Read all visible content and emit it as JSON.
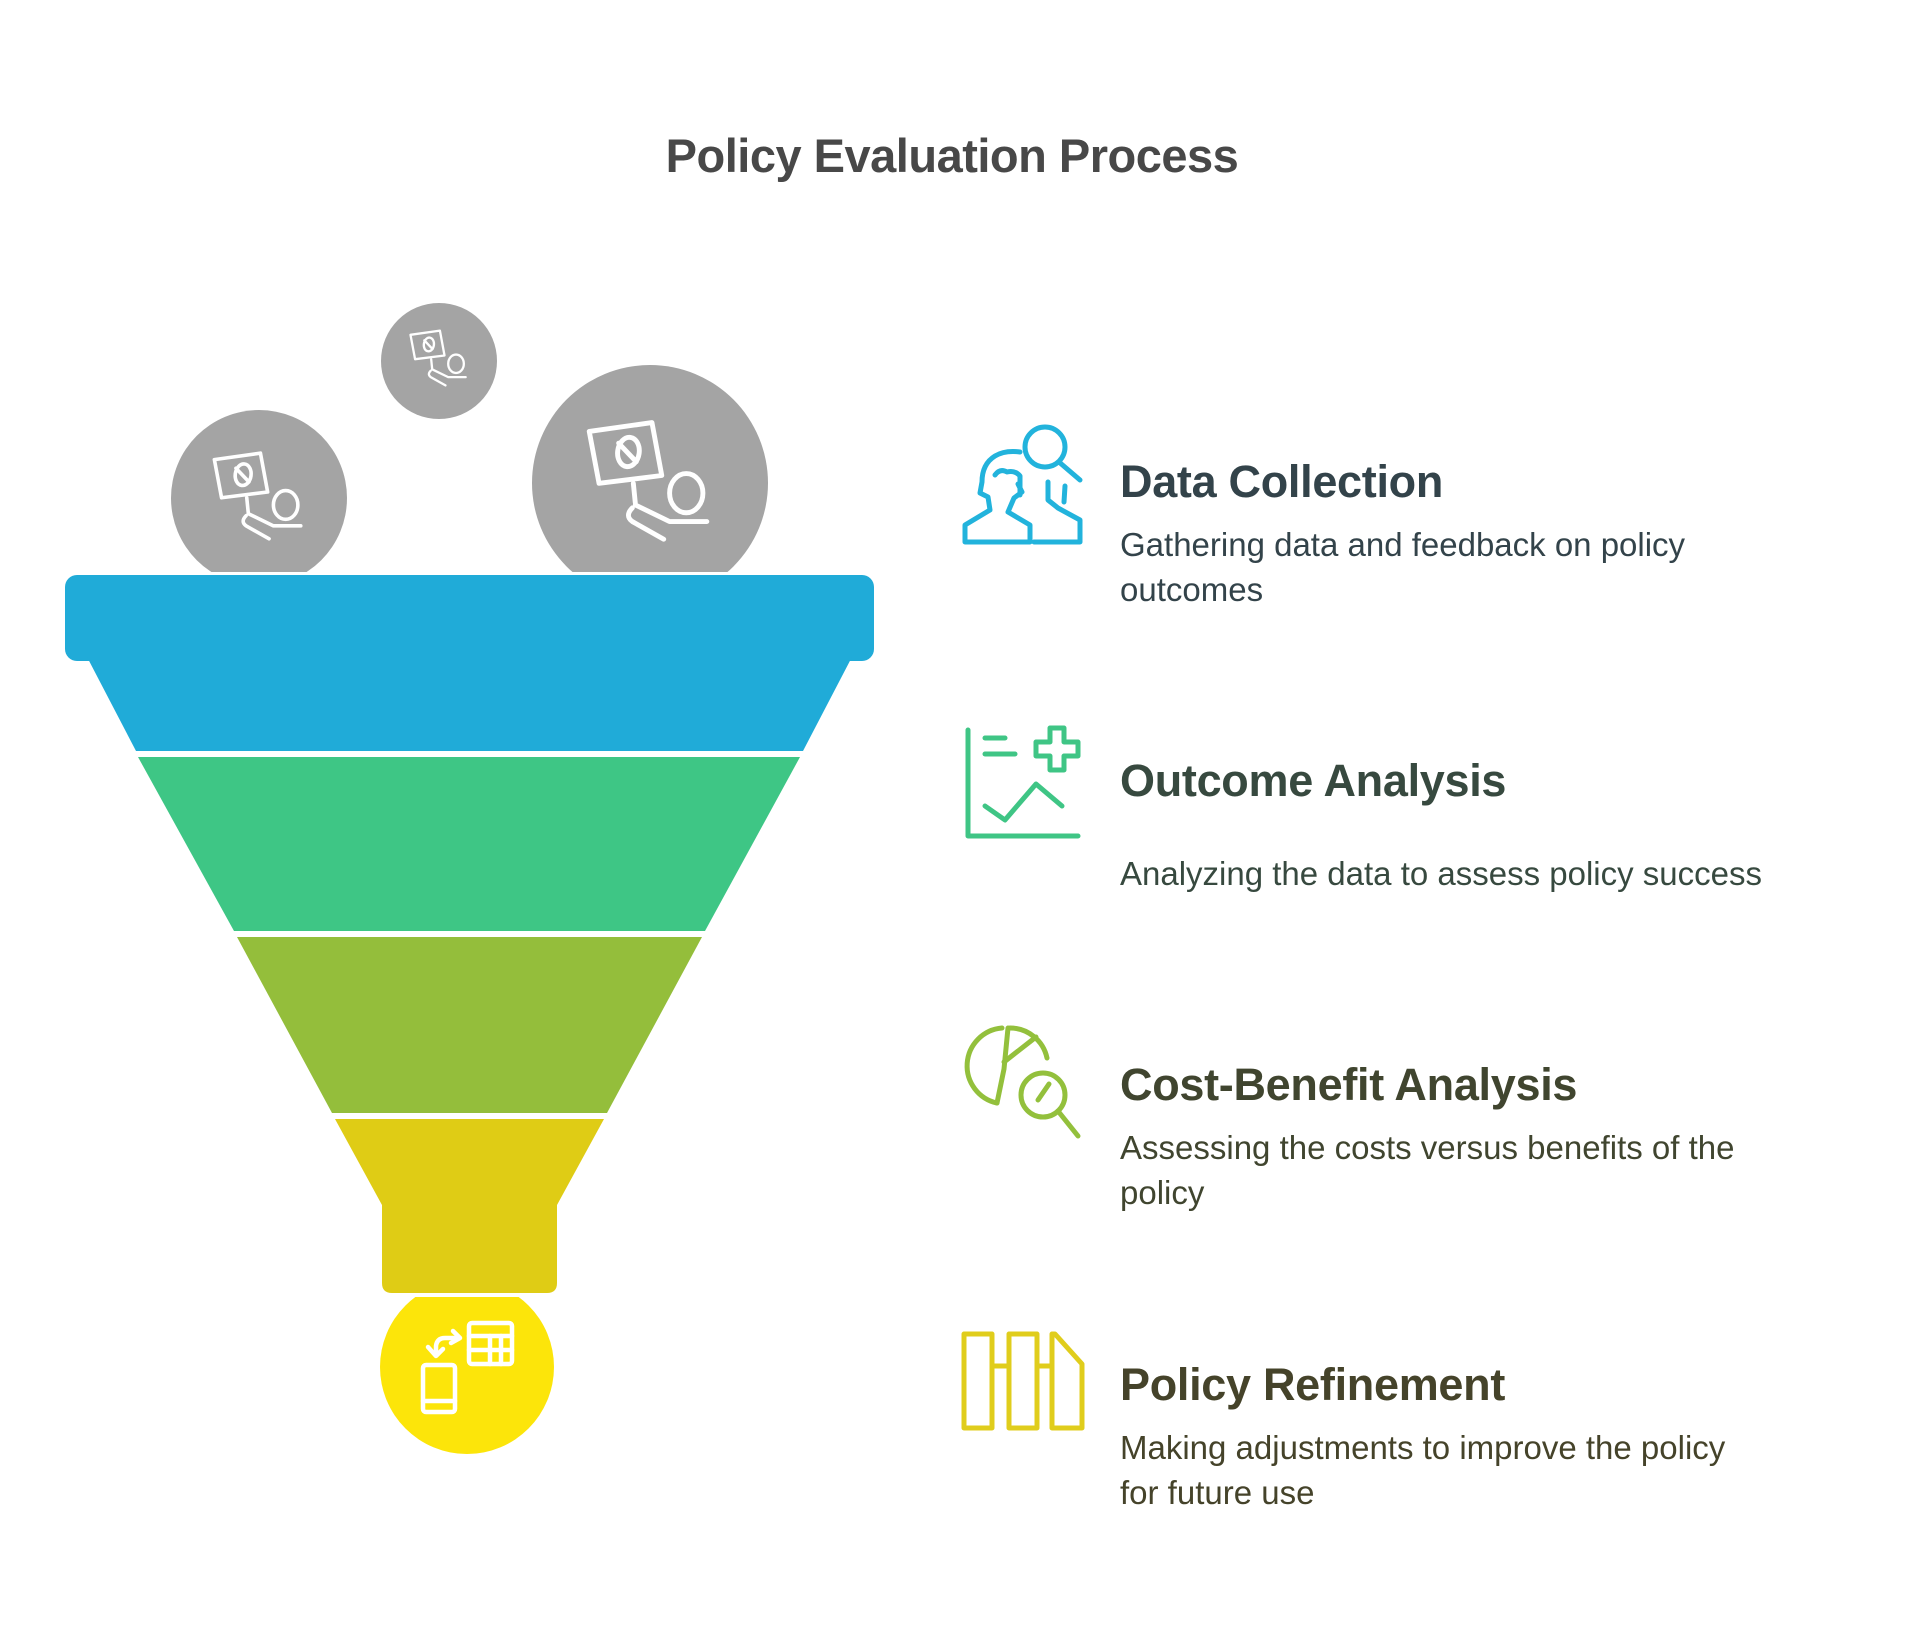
{
  "title": "Policy Evaluation Process",
  "colors": {
    "background": "#ffffff",
    "title": "#484848",
    "gray_circle": "#a4a4a4",
    "stage_1": "#20abd8",
    "stage_2": "#3ec685",
    "stage_3": "#94be3b",
    "stage_4": "#dfcc15",
    "output_circle": "#fce50a"
  },
  "funnel": {
    "inputs": [
      {
        "icon": "protest-sign-icon",
        "size": "medium"
      },
      {
        "icon": "protest-sign-icon",
        "size": "small"
      },
      {
        "icon": "protest-sign-icon",
        "size": "large"
      }
    ],
    "output": {
      "icon": "phone-to-spreadsheet-icon"
    }
  },
  "steps": [
    {
      "heading": "Data Collection",
      "description_lines": [
        "Gathering data and feedback on policy",
        "outcomes"
      ],
      "icon": "people-search-icon",
      "heading_color": "#33434a",
      "desc_color": "#33434a",
      "icon_color": "#22b3dc"
    },
    {
      "heading": "Outcome Analysis",
      "description_lines": [
        "Analyzing the data to assess policy success"
      ],
      "icon": "chart-plus-icon",
      "heading_color": "#37493f",
      "desc_color": "#37493f",
      "icon_color": "#3fc585"
    },
    {
      "heading": "Cost-Benefit Analysis",
      "description_lines": [
        "Assessing the costs versus benefits of the",
        "policy"
      ],
      "icon": "pie-chart-magnifier-icon",
      "heading_color": "#40452f",
      "desc_color": "#40452f",
      "icon_color": "#93c03c"
    },
    {
      "heading": "Policy Refinement",
      "description_lines": [
        "Making adjustments to improve the policy",
        "for future use"
      ],
      "icon": "refinement-bars-icon",
      "heading_color": "#45432a",
      "desc_color": "#45432a",
      "icon_color": "#e0cd1c"
    }
  ]
}
